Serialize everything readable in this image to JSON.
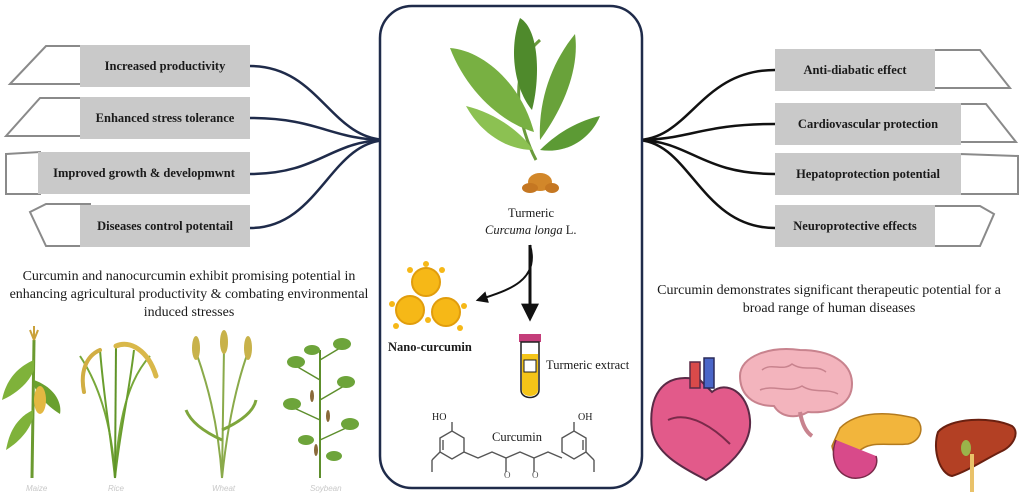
{
  "left_labels": [
    "Increased productivity",
    "Enhanced stress tolerance",
    "Improved growth & developmwnt",
    "Diseases control potentail"
  ],
  "right_labels": [
    "Anti-diabatic effect",
    "Cardiovascular protection",
    "Hepatoprotection potential",
    "Neuroprotective effects"
  ],
  "center": {
    "plant_name": "Turmeric",
    "scientific_name": "Curcuma longa",
    "author": "L.",
    "nano_label": "Nano-curcumin",
    "extract_label": "Turmeric extract",
    "molecule_label": "Curcumin",
    "mol_oh_left": "HO",
    "mol_oh_right": "OH"
  },
  "left_caption": "Curcumin and nanocurcumin exhibit promising potential in enhancing agricultural productivity & combating environmental induced  stresses",
  "right_caption": "Curcumin demonstrates significant therapeutic potential for a broad range of human diseases",
  "crops": [
    "Maize",
    "Rice",
    "Wheat",
    "Soybean"
  ],
  "colors": {
    "box_fill": "#c9c9c9",
    "tab_border": "#8a8a8a",
    "connector": "#1f2b4a",
    "nano_yellow": "#f6b817",
    "leaf_green": "#5e9a3a"
  }
}
